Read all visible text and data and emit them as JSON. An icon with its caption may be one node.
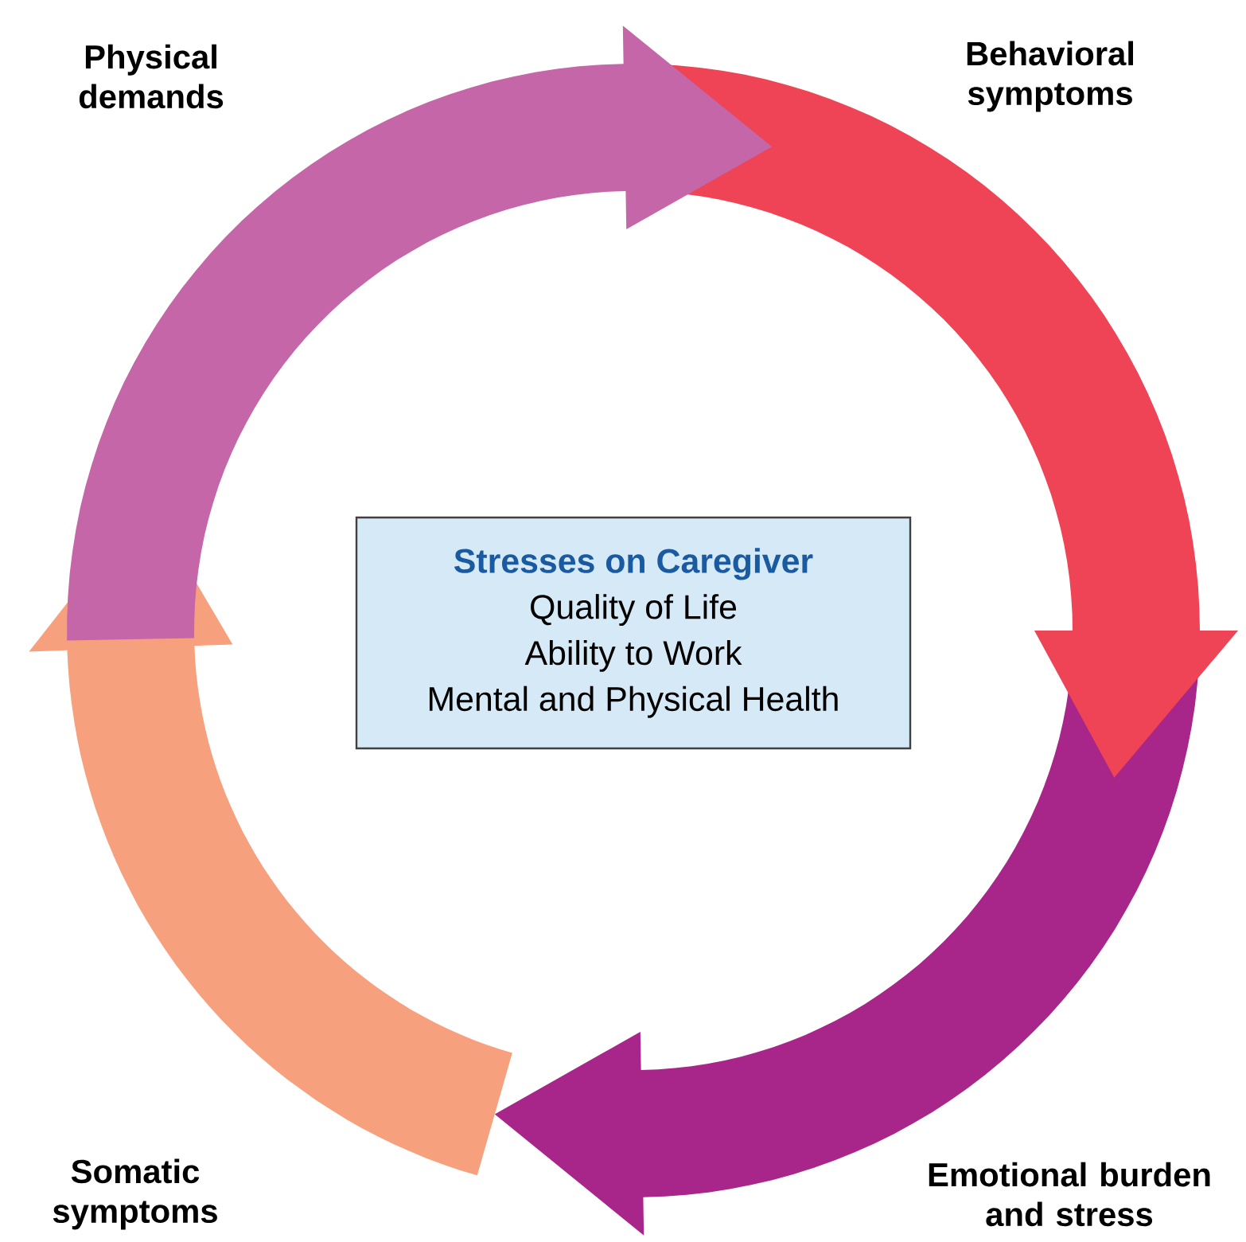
{
  "diagram": {
    "nodes": [
      {
        "text": [
          "Stresses on Caregiver",
          "Quality of Life",
          "Ability to Work",
          "Mental and Physical Health"
        ]
      }
    ],
    "labels": [
      "Physical demands",
      "Behavioral symptoms",
      "Somatic symptoms",
      "Emotional burden and stress"
    ]
  }
}
